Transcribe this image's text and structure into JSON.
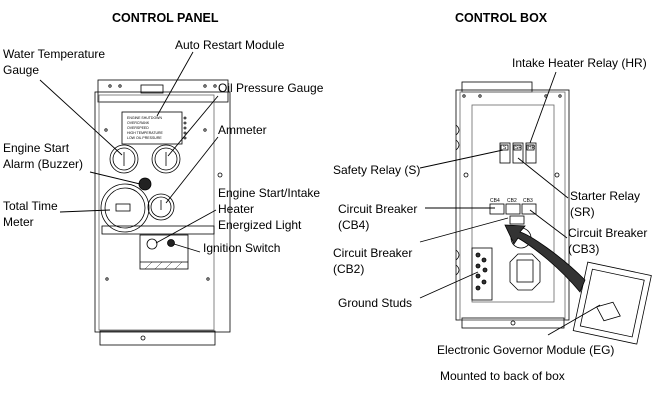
{
  "titles": {
    "panel": "CONTROL PANEL",
    "box": "CONTROL BOX"
  },
  "panel_labels": {
    "water_temp": [
      "Water Temperature",
      "Gauge"
    ],
    "auto_restart": "Auto Restart Module",
    "oil_pressure": "Oil Pressure Gauge",
    "ammeter": "Ammeter",
    "alarm": [
      "Engine Start",
      "Alarm (Buzzer)"
    ],
    "energized_light": [
      "Engine Start/Intake",
      "Heater",
      "Energized Light"
    ],
    "time_meter": [
      "Total Time",
      "Meter"
    ],
    "ignition": "Ignition Switch"
  },
  "panel_module_lines": [
    "ENGINE SHUTDOWN",
    "OVERCRANK",
    "OVERSPEED",
    "HIGH TEMPERATURE",
    "LOW OIL PRESSURE"
  ],
  "box_labels": {
    "hr": "Intake Heater Relay (HR)",
    "safety": "Safety Relay (S)",
    "starter": [
      "Starter Relay",
      "(SR)"
    ],
    "cb4": [
      "Circuit Breaker",
      "(CB4)"
    ],
    "cb3": [
      "Circuit Breaker",
      "(CB3)"
    ],
    "cb2": [
      "Circuit Breaker",
      "(CB2)"
    ],
    "ground": "Ground Studs",
    "eg": "Electronic Governor Module (EG)",
    "note": "Mounted to back of box"
  },
  "box_parts": {
    "cb": [
      "CB4",
      "CB2",
      "CB3"
    ],
    "relays": [
      "S",
      "SR",
      "HR"
    ]
  }
}
